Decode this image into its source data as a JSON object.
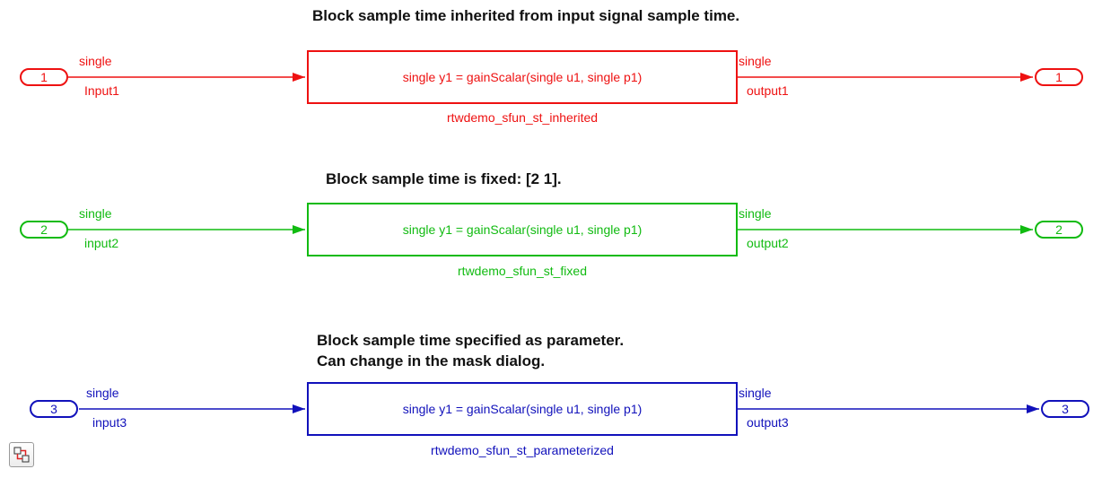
{
  "annotations": {
    "row1": "Block sample time inherited from input signal sample time.",
    "row2": "Block sample time is fixed: [2 1].",
    "row3_line1": "Block sample time specified as parameter.",
    "row3_line2": "Can change in the mask dialog."
  },
  "rows": [
    {
      "color": "#ee1111",
      "inport_number": "1",
      "inport_name": "Input1",
      "input_signal_type": "single",
      "block_text": "single y1 = gainScalar(single u1, single p1)",
      "block_name": "rtwdemo_sfun_st_inherited",
      "output_signal_type": "single",
      "outport_name": "output1",
      "outport_number": "1"
    },
    {
      "color": "#11bb11",
      "inport_number": "2",
      "inport_name": "input2",
      "input_signal_type": "single",
      "block_text": "single y1 = gainScalar(single u1, single p1)",
      "block_name": "rtwdemo_sfun_st_fixed",
      "output_signal_type": "single",
      "outport_name": "output2",
      "outport_number": "2"
    },
    {
      "color": "#1111bb",
      "inport_number": "3",
      "inport_name": "input3",
      "input_signal_type": "single",
      "block_text": "single y1 = gainScalar(single u1, single p1)",
      "block_name": "rtwdemo_sfun_st_parameterized",
      "output_signal_type": "single",
      "outport_name": "output3",
      "outport_number": "3"
    }
  ],
  "toolbar": {
    "hierarchy_icon": "model-hierarchy-icon"
  }
}
